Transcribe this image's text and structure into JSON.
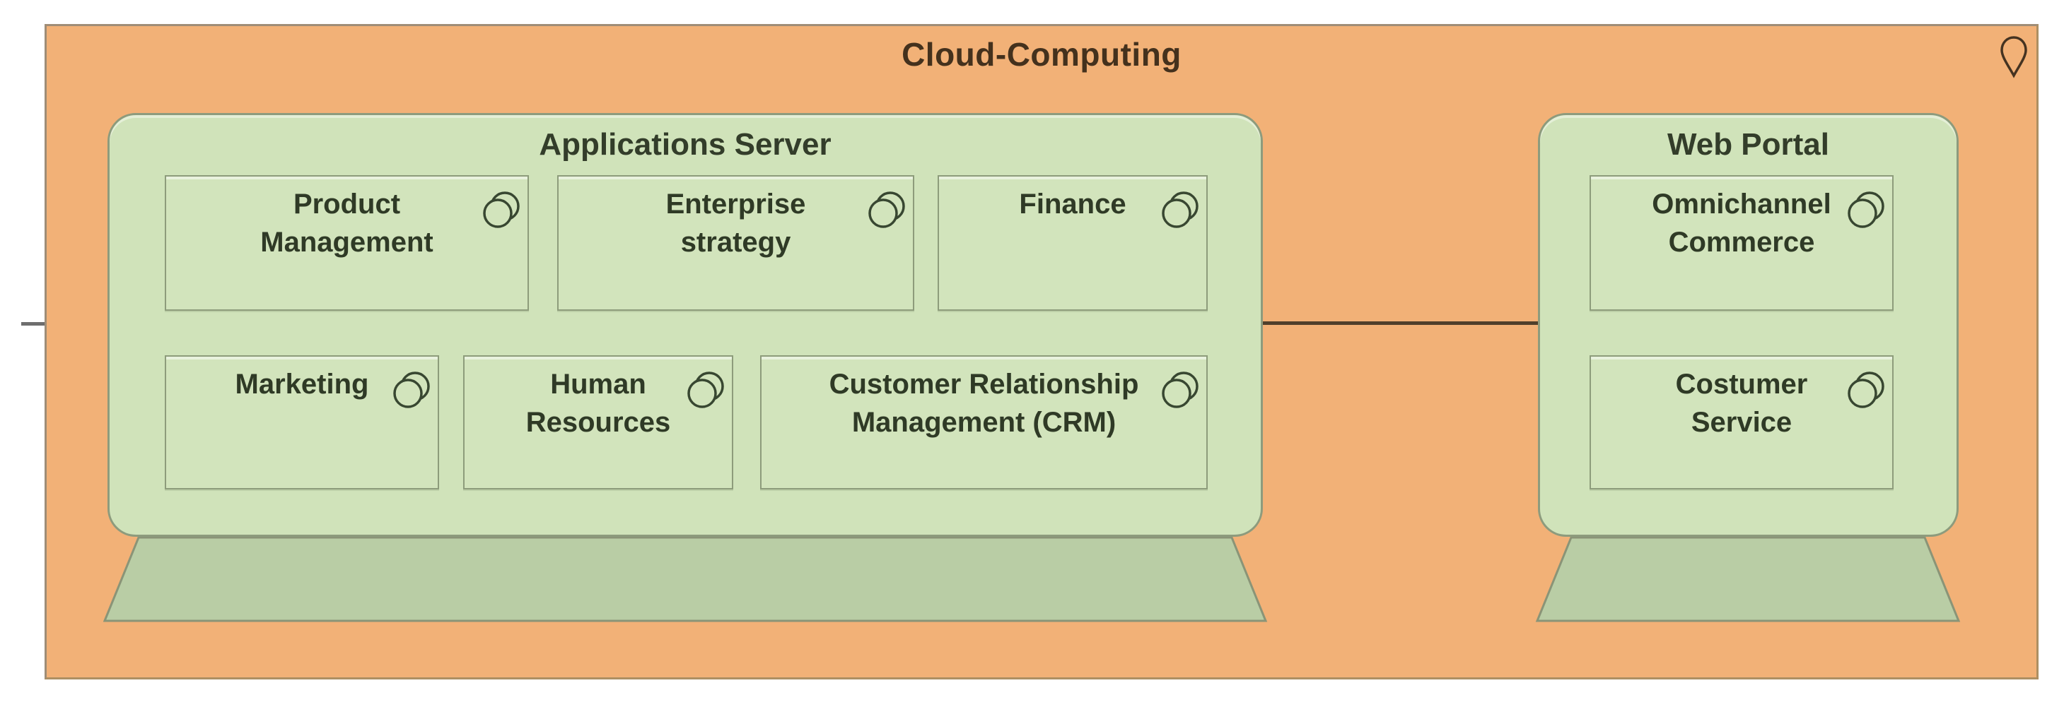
{
  "cloud_node": {
    "title": "Cloud-Computing"
  },
  "devices": {
    "applications_server": {
      "title": "Applications Server",
      "components": [
        {
          "label": "Product Management",
          "lines": [
            "Product",
            "Management"
          ]
        },
        {
          "label": "Enterprise strategy",
          "lines": [
            "Enterprise",
            "strategy"
          ]
        },
        {
          "label": "Finance",
          "lines": [
            "Finance"
          ]
        },
        {
          "label": "Marketing",
          "lines": [
            "Marketing"
          ]
        },
        {
          "label": "Human Resources",
          "lines": [
            "Human",
            "Resources"
          ]
        },
        {
          "label": "Customer Relationship Management (CRM)",
          "lines": [
            "Customer Relationship",
            "Management (CRM)"
          ]
        }
      ]
    },
    "web_portal": {
      "title": "Web Portal",
      "components": [
        {
          "label": "Omnichannel Commerce",
          "lines": [
            "Omnichannel",
            "Commerce"
          ]
        },
        {
          "label": "Costumer Service",
          "lines": [
            "Costumer",
            "Service"
          ]
        }
      ]
    }
  },
  "icons": {
    "cloud_badge": "location-pin",
    "component_badge": "overlapping-circles",
    "device_shape": "monitor-with-stand"
  },
  "colors": {
    "canvas_orange": "#f2b177",
    "node_green": "#d0e3ba",
    "stand_green": "#b9cda5",
    "border_tan": "#9f8d77",
    "border_green": "#8d9c7b",
    "connector_brown": "#503f2b",
    "stub_gray": "#6e6e6e",
    "text_green_dark": "#2f3a26",
    "title_brown": "#44311d",
    "icon_stroke": "#384731"
  }
}
